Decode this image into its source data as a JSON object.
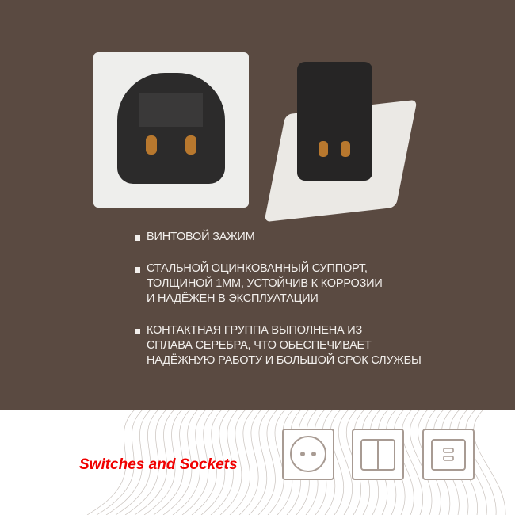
{
  "features": [
    {
      "lines": [
        "ВИНТОВОЙ ЗАЖИМ"
      ]
    },
    {
      "lines": [
        "СТАЛЬНОЙ ОЦИНКОВАННЫЙ СУППОРТ,",
        "ТОЛЩИНОЙ 1ММ, УСТОЙЧИВ К КОРРОЗИИ",
        "И НАДЁЖЕН В ЭКСПЛУАТАЦИИ"
      ]
    },
    {
      "lines": [
        "КОНТАКТНАЯ ГРУППА ВЫПОЛНЕНА ИЗ",
        "СПЛАВА СЕРЕБРА, ЧТО ОБЕСПЕЧИВАЕТ",
        "НАДЁЖНУЮ РАБОТУ И БОЛЬШОЙ СРОК СЛУЖБЫ"
      ]
    }
  ],
  "brand": {
    "text": "Switches and Sockets",
    "color": "#f00000"
  },
  "icons": [
    "socket-icon",
    "double-switch-icon",
    "usb-charger-icon"
  ],
  "colors": {
    "background": "#5a4a41",
    "text": "#f2efec",
    "icon_stroke": "#a89b93"
  }
}
